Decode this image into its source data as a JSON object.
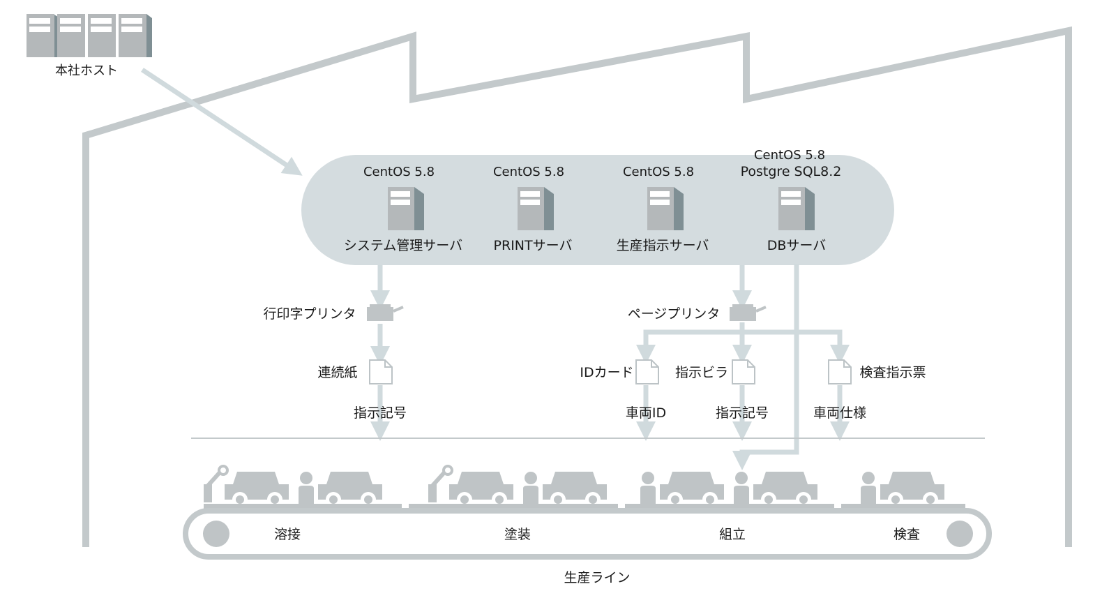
{
  "hq": {
    "label": "本社ホスト"
  },
  "servers": [
    {
      "os": "CentOS 5.8",
      "db": "",
      "name": "システム管理サーバ"
    },
    {
      "os": "CentOS 5.8",
      "db": "",
      "name": "PRINTサーバ"
    },
    {
      "os": "CentOS 5.8",
      "db": "",
      "name": "生産指示サーバ"
    },
    {
      "os": "CentOS 5.8",
      "db": "Postgre SQL8.2",
      "name": "DBサーバ"
    }
  ],
  "printers": {
    "line": {
      "label": "行印字プリンタ"
    },
    "page": {
      "label": "ページプリンタ"
    }
  },
  "documents": {
    "continuous": {
      "label": "連続紙",
      "output": "指示記号"
    },
    "id_card": {
      "label": "IDカード",
      "output": "車両ID"
    },
    "bill": {
      "label": "指示ビラ",
      "output": "指示記号"
    },
    "inspection": {
      "label": "検査指示票",
      "output": "車両仕様"
    }
  },
  "stages": [
    "溶接",
    "塗装",
    "組立",
    "検査"
  ],
  "line_label": "生産ライン",
  "colors": {
    "building": "#c3c9cb",
    "server_panel": "#d4dcdf",
    "arrow": "#d0dadd",
    "server": "#b4b8ba",
    "server_side": "#7f8f94",
    "machine": "#bfc4c6"
  }
}
